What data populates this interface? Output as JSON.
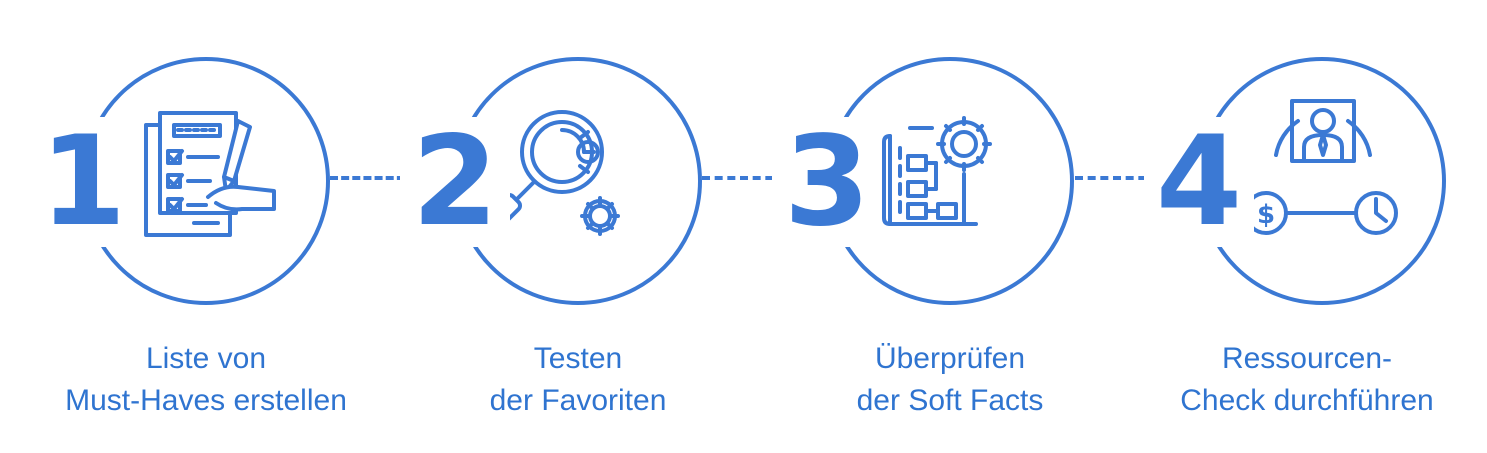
{
  "colors": {
    "accent": "#3b79d4",
    "label": "#2f74d0",
    "background": "#ffffff"
  },
  "steps": [
    {
      "number": "1",
      "label_lines": [
        "Liste von",
        "Must-Haves erstellen"
      ],
      "icon": "checklist-writing-hand-icon"
    },
    {
      "number": "2",
      "label_lines": [
        "Testen",
        "der Favoriten"
      ],
      "icon": "magnifier-gears-icon"
    },
    {
      "number": "3",
      "label_lines": [
        "Überprüfen",
        "der Soft Facts"
      ],
      "icon": "blueprint-flowchart-gear-icon"
    },
    {
      "number": "4",
      "label_lines": [
        "Ressourcen-",
        "Check durchführen"
      ],
      "icon": "person-money-clock-icon"
    }
  ]
}
